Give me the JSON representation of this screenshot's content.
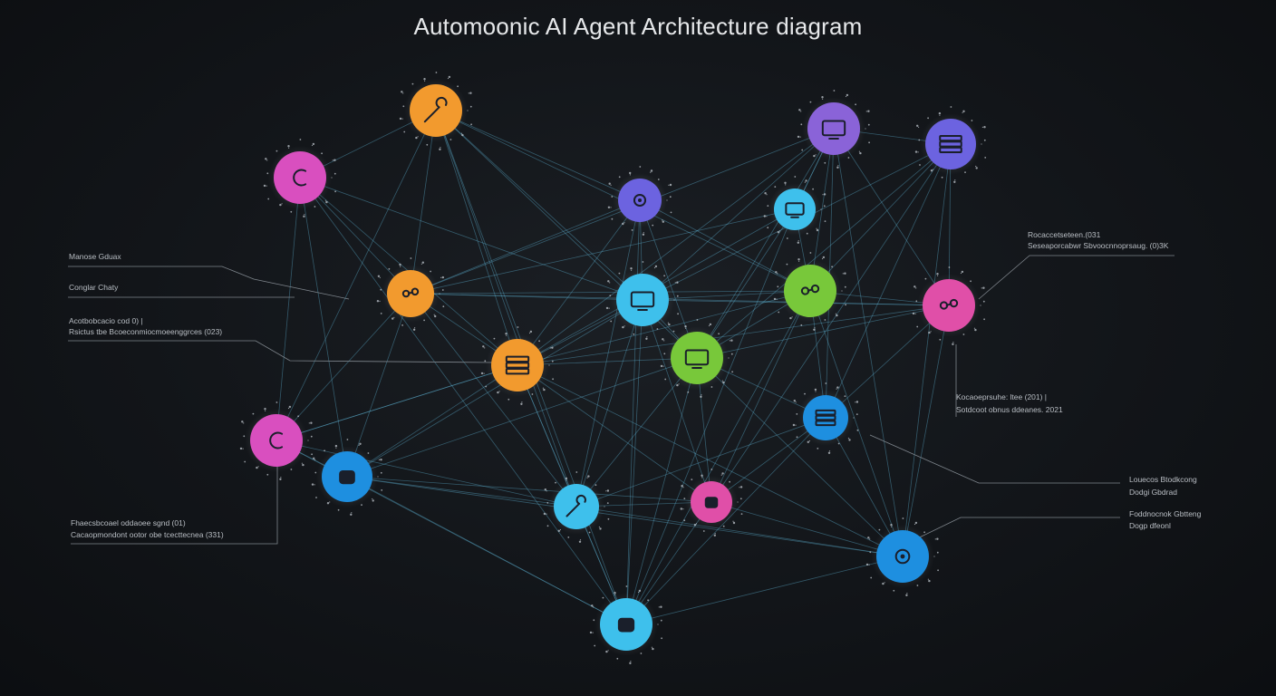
{
  "title": "Automoonic AI Agent Architecture diagram",
  "colors": {
    "orange": "#f29a2e",
    "magenta": "#d94fbf",
    "violet": "#6c63e0",
    "purple": "#8a63d8",
    "cyan": "#3ec0ec",
    "blue": "#1e8fe0",
    "green": "#78c83a",
    "pink": "#e04fa8",
    "edge": "#5fb6d6"
  },
  "nodes": [
    {
      "id": "n1",
      "color": "orange",
      "icon": "wrench-icon"
    },
    {
      "id": "n2",
      "color": "magenta",
      "icon": "hook-icon"
    },
    {
      "id": "n3",
      "color": "purple",
      "icon": "monitor-icon"
    },
    {
      "id": "n4",
      "color": "violet",
      "icon": "server-rack-icon"
    },
    {
      "id": "n5",
      "color": "violet",
      "icon": "gear-chain-icon"
    },
    {
      "id": "n6",
      "color": "cyan",
      "icon": "display-icon"
    },
    {
      "id": "n7",
      "color": "orange",
      "icon": "workflow-icon"
    },
    {
      "id": "n8",
      "color": "cyan",
      "icon": "screen-icon"
    },
    {
      "id": "n9",
      "color": "green",
      "icon": "nodes-icon"
    },
    {
      "id": "n10",
      "color": "pink",
      "icon": "truck-icon"
    },
    {
      "id": "n11",
      "color": "orange",
      "icon": "database-icon"
    },
    {
      "id": "n12",
      "color": "green",
      "icon": "chart-screen-icon"
    },
    {
      "id": "n13",
      "color": "blue",
      "icon": "grid-text-icon"
    },
    {
      "id": "n14",
      "color": "magenta",
      "icon": "brain-icon"
    },
    {
      "id": "n15",
      "color": "blue",
      "icon": "robot-icon"
    },
    {
      "id": "n16",
      "color": "cyan",
      "icon": "tool-icon"
    },
    {
      "id": "n17",
      "color": "pink",
      "icon": "person-icon"
    },
    {
      "id": "n18",
      "color": "blue",
      "icon": "cog-icon"
    },
    {
      "id": "n19",
      "color": "cyan",
      "icon": "camera-icon"
    }
  ],
  "edges": [
    [
      "n1",
      "n2"
    ],
    [
      "n1",
      "n7"
    ],
    [
      "n1",
      "n8"
    ],
    [
      "n1",
      "n11"
    ],
    [
      "n1",
      "n12"
    ],
    [
      "n1",
      "n16"
    ],
    [
      "n1",
      "n5"
    ],
    [
      "n1",
      "n9"
    ],
    [
      "n1",
      "n19"
    ],
    [
      "n1",
      "n14"
    ],
    [
      "n2",
      "n7"
    ],
    [
      "n2",
      "n11"
    ],
    [
      "n2",
      "n15"
    ],
    [
      "n2",
      "n14"
    ],
    [
      "n2",
      "n8"
    ],
    [
      "n3",
      "n4"
    ],
    [
      "n3",
      "n6"
    ],
    [
      "n3",
      "n8"
    ],
    [
      "n3",
      "n9"
    ],
    [
      "n3",
      "n10"
    ],
    [
      "n3",
      "n11"
    ],
    [
      "n3",
      "n12"
    ],
    [
      "n3",
      "n7"
    ],
    [
      "n3",
      "n13"
    ],
    [
      "n4",
      "n10"
    ],
    [
      "n4",
      "n9"
    ],
    [
      "n4",
      "n12"
    ],
    [
      "n4",
      "n13"
    ],
    [
      "n4",
      "n18"
    ],
    [
      "n4",
      "n8"
    ],
    [
      "n5",
      "n8"
    ],
    [
      "n5",
      "n11"
    ],
    [
      "n5",
      "n7"
    ],
    [
      "n5",
      "n12"
    ],
    [
      "n5",
      "n19"
    ],
    [
      "n5",
      "n9"
    ],
    [
      "n6",
      "n9"
    ],
    [
      "n6",
      "n7"
    ],
    [
      "n6",
      "n11"
    ],
    [
      "n6",
      "n12"
    ],
    [
      "n6",
      "n3"
    ],
    [
      "n7",
      "n8"
    ],
    [
      "n7",
      "n9"
    ],
    [
      "n7",
      "n10"
    ],
    [
      "n7",
      "n11"
    ],
    [
      "n7",
      "n16"
    ],
    [
      "n7",
      "n14"
    ],
    [
      "n7",
      "n15"
    ],
    [
      "n8",
      "n9"
    ],
    [
      "n8",
      "n11"
    ],
    [
      "n8",
      "n12"
    ],
    [
      "n8",
      "n16"
    ],
    [
      "n8",
      "n17"
    ],
    [
      "n8",
      "n19"
    ],
    [
      "n8",
      "n15"
    ],
    [
      "n8",
      "n10"
    ],
    [
      "n9",
      "n10"
    ],
    [
      "n9",
      "n12"
    ],
    [
      "n9",
      "n13"
    ],
    [
      "n9",
      "n11"
    ],
    [
      "n9",
      "n17"
    ],
    [
      "n9",
      "n18"
    ],
    [
      "n9",
      "n19"
    ],
    [
      "n10",
      "n13"
    ],
    [
      "n10",
      "n18"
    ],
    [
      "n10",
      "n12"
    ],
    [
      "n10",
      "n11"
    ],
    [
      "n11",
      "n12"
    ],
    [
      "n11",
      "n15"
    ],
    [
      "n11",
      "n16"
    ],
    [
      "n11",
      "n17"
    ],
    [
      "n11",
      "n19"
    ],
    [
      "n11",
      "n14"
    ],
    [
      "n11",
      "n18"
    ],
    [
      "n12",
      "n13"
    ],
    [
      "n12",
      "n16"
    ],
    [
      "n12",
      "n17"
    ],
    [
      "n12",
      "n18"
    ],
    [
      "n12",
      "n19"
    ],
    [
      "n12",
      "n15"
    ],
    [
      "n13",
      "n17"
    ],
    [
      "n13",
      "n18"
    ],
    [
      "n13",
      "n19"
    ],
    [
      "n13",
      "n16"
    ],
    [
      "n14",
      "n15"
    ],
    [
      "n14",
      "n16"
    ],
    [
      "n14",
      "n19"
    ],
    [
      "n14",
      "n11"
    ],
    [
      "n15",
      "n16"
    ],
    [
      "n15",
      "n17"
    ],
    [
      "n15",
      "n19"
    ],
    [
      "n15",
      "n18"
    ],
    [
      "n16",
      "n17"
    ],
    [
      "n16",
      "n19"
    ],
    [
      "n16",
      "n18"
    ],
    [
      "n17",
      "n18"
    ],
    [
      "n17",
      "n19"
    ],
    [
      "n18",
      "n19"
    ],
    [
      "n2",
      "n19"
    ],
    [
      "n3",
      "n18"
    ],
    [
      "n4",
      "n17"
    ],
    [
      "n6",
      "n19"
    ],
    [
      "n5",
      "n16"
    ]
  ],
  "labels": {
    "left_1": "Manose Gduax",
    "left_2": "Conglar Chaty",
    "left_3a": "Acotbobcacio  cod 0) |",
    "left_3b": "Rsictus tbe  Bcoeconmiocmoeenggrces (023)",
    "left_4a": "Fhaecsbcoael oddaoee sgnd (01)",
    "left_4b": "Cacaopmondont ootor obe tcecttecnea (331)",
    "right_1a": "Rocaccetseteen.(031",
    "right_1b": "Seseaporcabwr Sbvoocnnoprsaug. (0)3K",
    "right_2a": "Kocaoeprsuhe: ltee (201) |",
    "right_2b": "Sotdcoot obnus ddeanes. 2021",
    "right_3a": "Louecos  Btodkcong",
    "right_3b": "Dodgi Gbdrad",
    "right_4a": "Foddnocnok Gbtteng",
    "right_4b": "Dogp dfeonl"
  }
}
